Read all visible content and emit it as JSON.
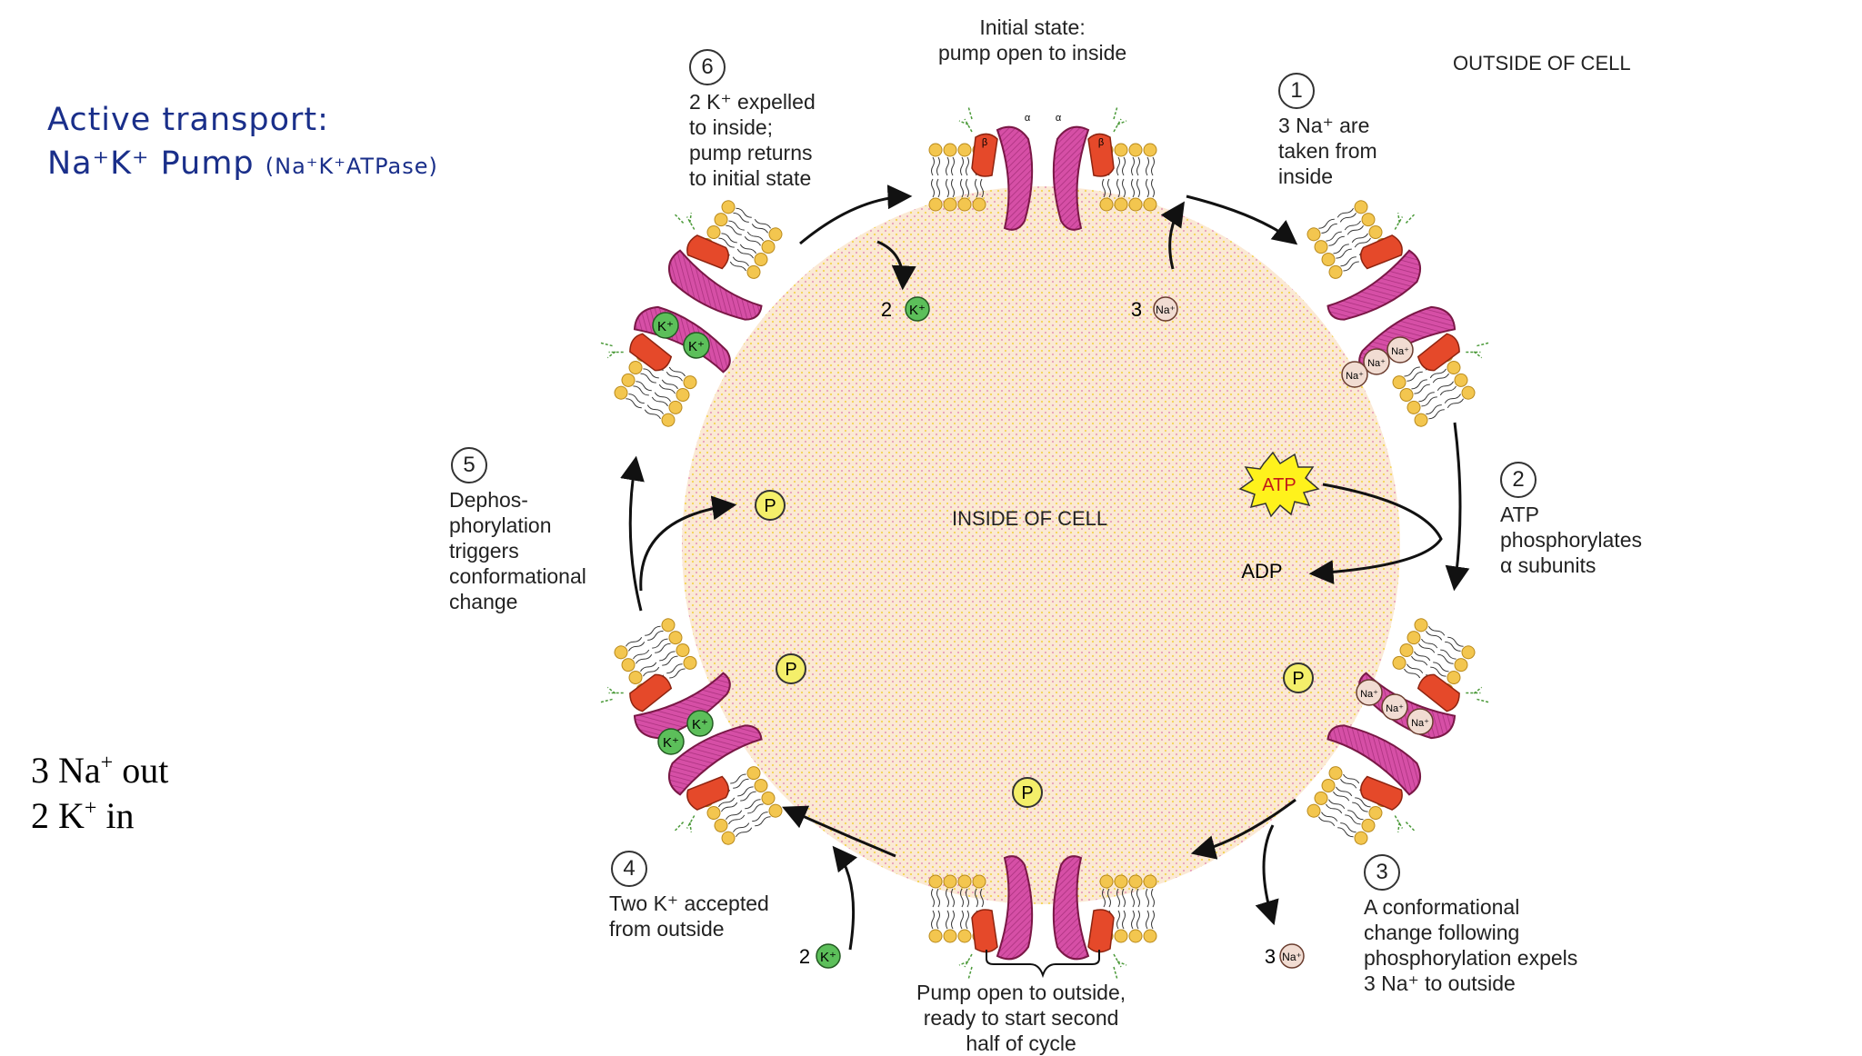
{
  "slide": {
    "title_line1": "Active transport:",
    "pump_name": "Na⁺K⁺ Pump",
    "pump_alt": "(Na⁺K⁺ATPase)",
    "note_na": "3 Na",
    "note_na_sup": "+",
    "note_na_rest": " out",
    "note_k": "2 K",
    "note_k_sup": "+",
    "note_k_rest": " in"
  },
  "diagram": {
    "outside_label": "OUTSIDE OF CELL",
    "inside_label": "INSIDE OF CELL",
    "initial_state": "Initial state:\npump open to inside",
    "pump_open_outside": "Pump open to outside,\nready to start second\nhalf of cycle",
    "steps": [
      {
        "num": "1",
        "text": "3 Na⁺ are\ntaken from\ninside"
      },
      {
        "num": "2",
        "text": "ATP\nphosphorylates\nα subunits"
      },
      {
        "num": "3",
        "text": "A conformational\nchange following\nphosphorylation expels\n3 Na⁺ to outside"
      },
      {
        "num": "4",
        "text": "Two K⁺ accepted\nfrom outside"
      },
      {
        "num": "5",
        "text": "Dephos-\nphorylation\ntriggers\nconformational\nchange"
      },
      {
        "num": "6",
        "text": "2 K⁺ expelled\nto inside;\npump returns\nto initial state"
      }
    ],
    "ions": {
      "na": "Na⁺",
      "k": "K⁺",
      "p": "P",
      "atp": "ATP",
      "adp": "ADP",
      "count_3": "3",
      "count_2": "2"
    },
    "subunit_labels": {
      "alpha": "α",
      "beta": "β"
    },
    "colors": {
      "pump": "#d64fa6",
      "pump_dark": "#8e1a4e",
      "beta": "#e5492a",
      "lipid_head": "#f3c64f",
      "cytoplasm": "#fbe6cf",
      "na_ion": "#f1dcd2",
      "k_ion": "#5cbf5a",
      "phosphate": "#f4ef6a",
      "atp_burst": "#fff21c"
    }
  }
}
